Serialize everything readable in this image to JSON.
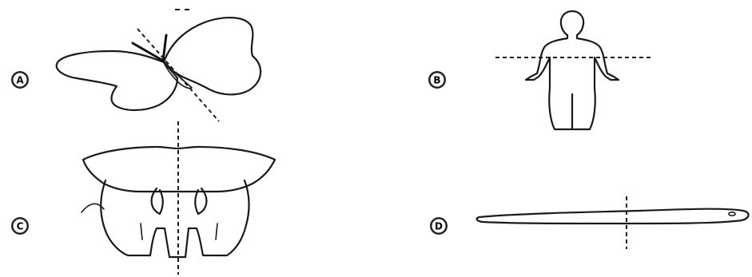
{
  "figure": {
    "panels": [
      {
        "label": "A",
        "subject": "butterfly",
        "plane": "diagonal"
      },
      {
        "label": "B",
        "subject": "human",
        "plane": "transverse"
      },
      {
        "label": "C",
        "subject": "elephant",
        "plane": "vertical"
      },
      {
        "label": "D",
        "subject": "worm",
        "plane": "vertical"
      }
    ]
  }
}
